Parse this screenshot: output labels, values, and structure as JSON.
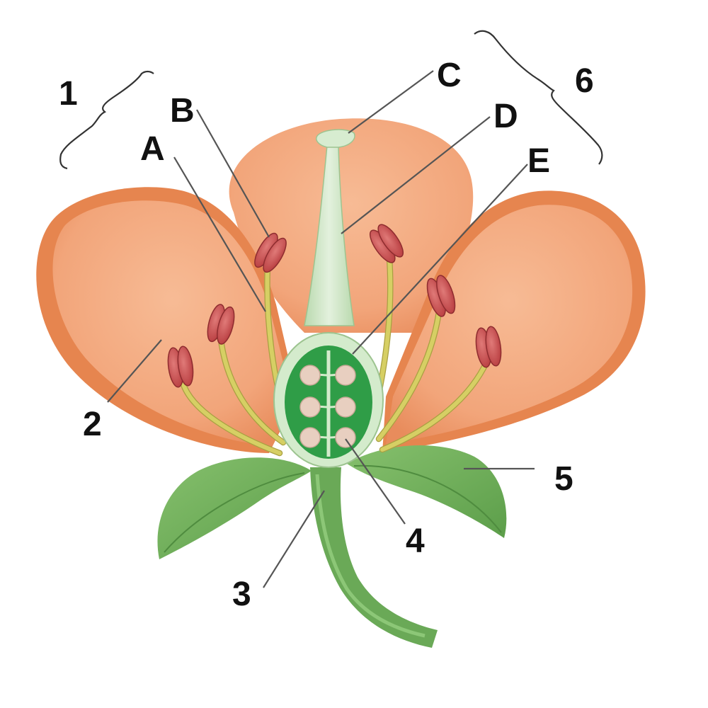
{
  "labels": {
    "bracket_1": "1",
    "bracket_6": "6",
    "A": "A",
    "B": "B",
    "C": "C",
    "D": "D",
    "E": "E",
    "n2": "2",
    "n3": "3",
    "n4": "4",
    "n5": "5"
  },
  "colors": {
    "petal": "#f2a57a",
    "petal_shadow": "#e27f4f",
    "sepal": "#6fae5a",
    "stem": "#6aa957",
    "ovary": "#2f9d47",
    "style": "#cfe6c6",
    "anther": "#c9494b",
    "filament": "#d6cf64",
    "ovule": "#e8cfc0"
  }
}
